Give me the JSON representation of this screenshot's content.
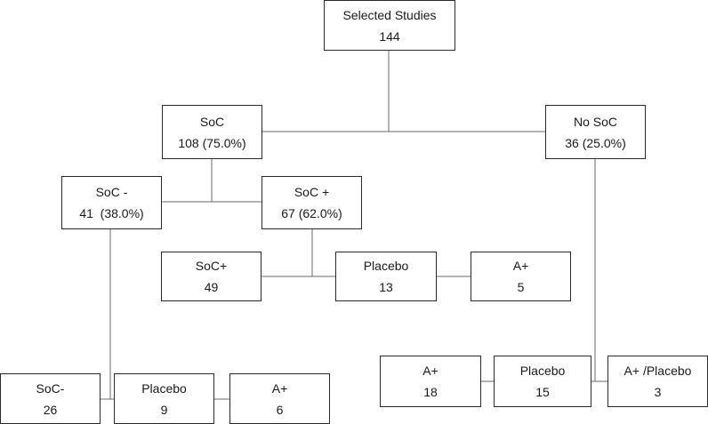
{
  "diagram": {
    "nodes": {
      "root": {
        "label": "Selected Studies",
        "value": "144"
      },
      "soc": {
        "label": "SoC",
        "value": "108 (75.0%)"
      },
      "no_soc": {
        "label": "No SoC",
        "value": "36 (25.0%)"
      },
      "soc_minus": {
        "label": "SoC -",
        "value": "41  (38.0%)"
      },
      "soc_plus": {
        "label": "SoC +",
        "value": "67 (62.0%)"
      },
      "socplus_leaf": {
        "label": "SoC+",
        "value": "49"
      },
      "socplus_placebo": {
        "label": "Placebo",
        "value": "13"
      },
      "socplus_a": {
        "label": "A+",
        "value": "5"
      },
      "socminus_leaf": {
        "label": "SoC-",
        "value": "26"
      },
      "socminus_placebo": {
        "label": "Placebo",
        "value": "9"
      },
      "socminus_a": {
        "label": "A+",
        "value": "6"
      },
      "nosoc_a": {
        "label": "A+",
        "value": "18"
      },
      "nosoc_placebo": {
        "label": "Placebo",
        "value": "15"
      },
      "nosoc_aplacebo": {
        "label": "A+ /Placebo",
        "value": "3"
      }
    }
  }
}
